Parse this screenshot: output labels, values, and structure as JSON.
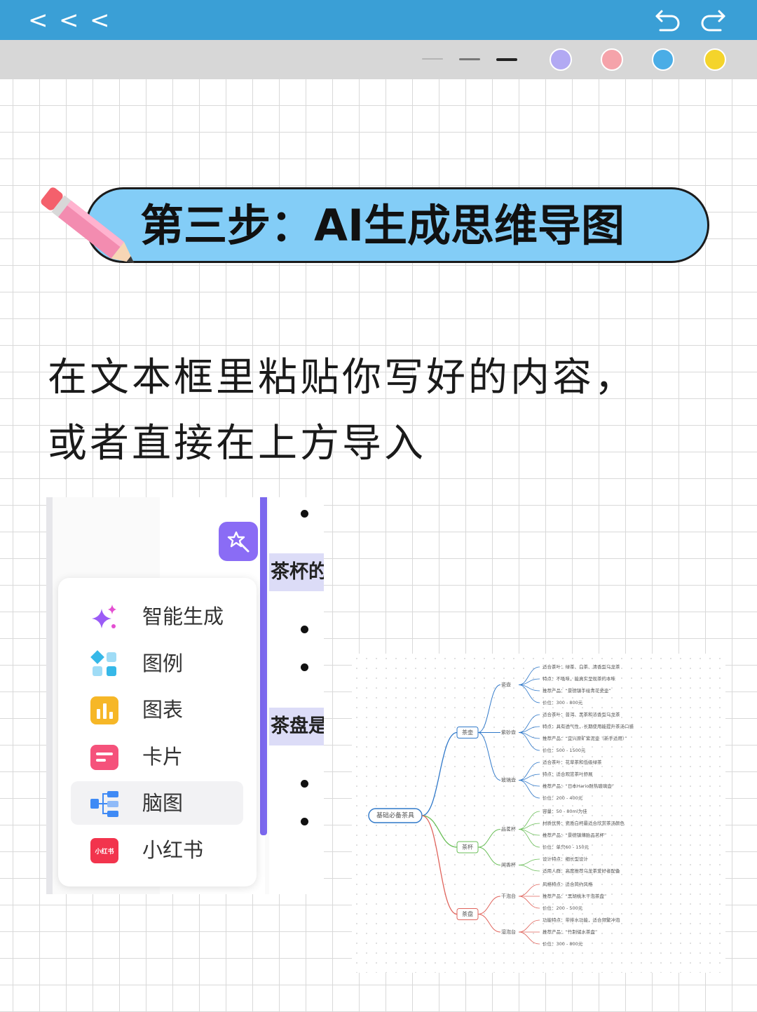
{
  "top_bar": {
    "back_glyph": "<",
    "undo_icon": "undo-icon",
    "redo_icon": "redo-icon",
    "background": "#3a9fd6"
  },
  "toolbar": {
    "stroke_widths": [
      "thin",
      "medium",
      "thick"
    ],
    "colors": [
      "#b2a9f3",
      "#f5a3aa",
      "#4aade6",
      "#f4d42b"
    ]
  },
  "title": "第三步：AI生成思维导图",
  "instruction": [
    "在文本框里粘贴你写好的内容，",
    "或者直接在上方导入"
  ],
  "screenshot_menu": {
    "items": [
      {
        "label": "智能生成",
        "icon": "sparkle-icon"
      },
      {
        "label": "图例",
        "icon": "legend-icon"
      },
      {
        "label": "图表",
        "icon": "bar-chart-icon"
      },
      {
        "label": "卡片",
        "icon": "card-icon"
      },
      {
        "label": "脑图",
        "icon": "mindmap-icon"
      },
      {
        "label": "小红书",
        "icon": "xiaohongshu-icon"
      }
    ],
    "active_item": "脑图",
    "xiaohongshu_logo_text": "小红书",
    "doc_headings": [
      "茶杯的",
      "茶盘是"
    ]
  },
  "mindmap": {
    "root": "基础必备茶具",
    "branches": [
      {
        "label": "茶壶",
        "children": [
          {
            "label": "瓷壶",
            "leaves": [
              "适合茶叶：绿茶、白茶、清香型乌龙茶",
              "特点：不吸味，能真实呈现茶的本味",
              "推荐产品：“景德镇手绘青花瓷壶”",
              "价位：300 - 800元"
            ]
          },
          {
            "label": "紫砂壶",
            "leaves": [
              "适合茶叶：普洱、黑茶和浓香型乌龙茶",
              "特点：具有透气性，长期使用能提升茶汤口感",
              "推荐产品：“宜兴原矿紫泥壶（新手适用）”",
              "价位：500 - 1500元"
            ]
          },
          {
            "label": "玻璃壶",
            "leaves": [
              "适合茶叶：花草茶和低级绿茶",
              "特点：适合观赏茶叶舒展",
              "推荐产品：“日本Hario耐热玻璃壶”",
              "价位：200 - 400元"
            ]
          }
        ]
      },
      {
        "label": "茶杯",
        "children": [
          {
            "label": "品茗杯",
            "leaves": [
              "容量：50 - 80ml为佳",
              "材质优势：瓷质白杯最适合欣赏茶汤颜色",
              "推荐产品：“景德镇薄胎品茗杯”",
              "价位：单只60 - 150元"
            ]
          },
          {
            "label": "闻香杯",
            "leaves": [
              "设计特点：细长型设计",
              "适用人群：高度推荐乌龙茶爱好者配备"
            ]
          }
        ]
      },
      {
        "label": "茶盘",
        "children": [
          {
            "label": "干泡台",
            "leaves": [
              "风格特点：适合简约风格",
              "推荐产品：“黑胡桃木干泡茶盘”",
              "价位：200 - 500元"
            ]
          },
          {
            "label": "湿泡台",
            "leaves": [
              "功能特点：带排水功能，适合频繁冲泡",
              "推荐产品：“竹制储水茶盘”",
              "价位：300 - 800元"
            ]
          }
        ]
      }
    ]
  }
}
